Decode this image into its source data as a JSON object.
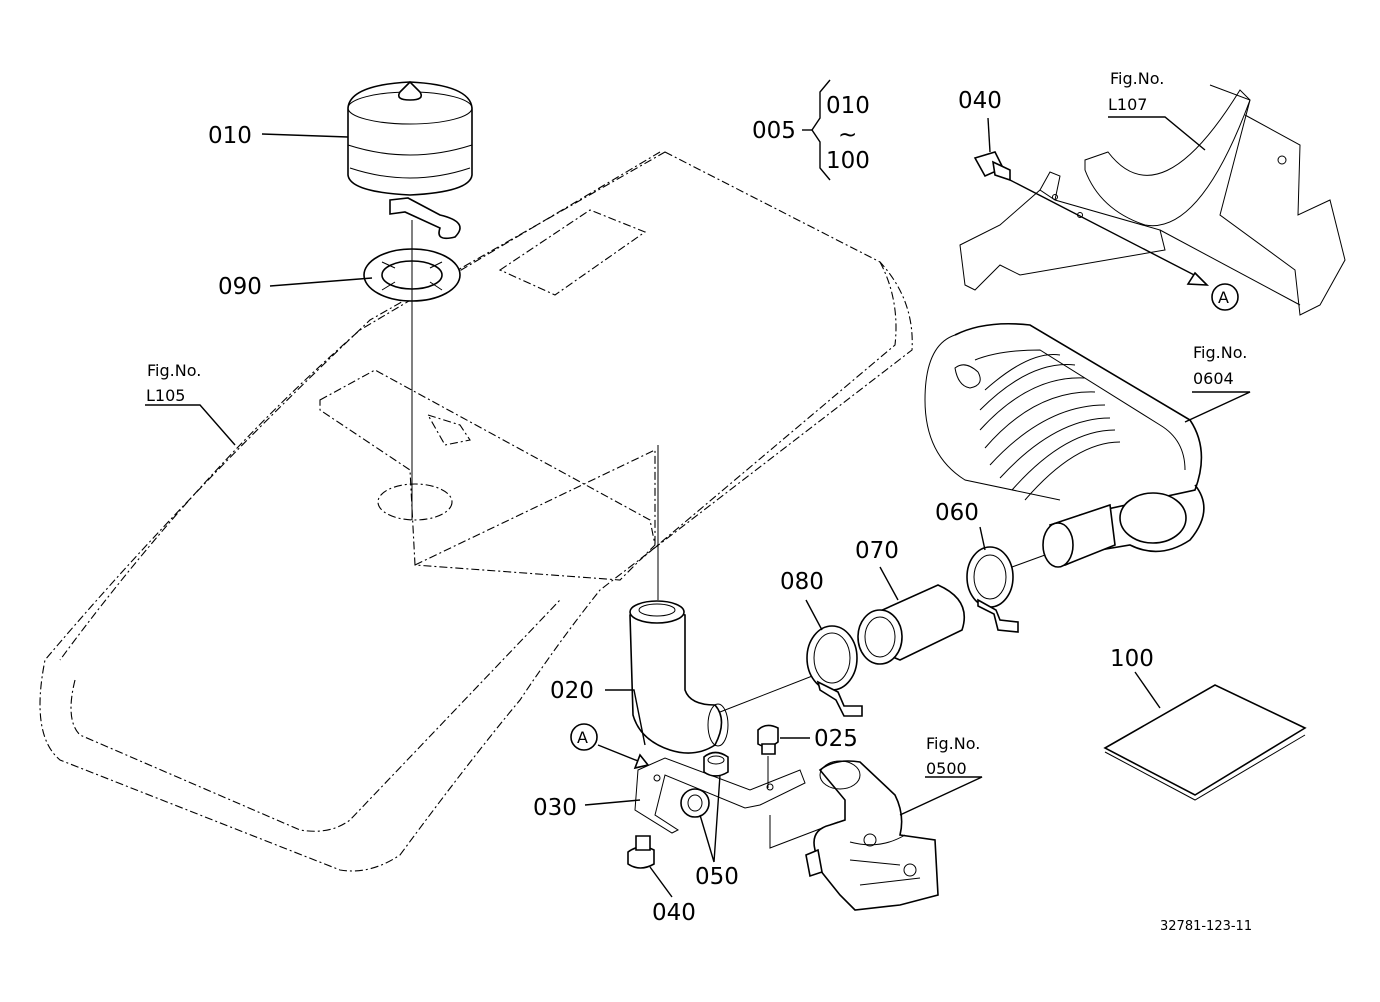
{
  "parts": {
    "p010": "010",
    "p090": "090",
    "p005": "005",
    "p005_range_start": "010",
    "p005_range_tilde": "~",
    "p005_range_end": "100",
    "p040_top": "040",
    "p060": "060",
    "p070": "070",
    "p080": "080",
    "p020": "020",
    "p025": "025",
    "p030": "030",
    "p050": "050",
    "p040_bottom": "040",
    "p100": "100"
  },
  "figure_refs": {
    "l107": {
      "label": "Fig.No.",
      "number": "L107"
    },
    "l105": {
      "label": "Fig.No.",
      "number": "L105"
    },
    "f0604": {
      "label": "Fig.No.",
      "number": "0604"
    },
    "f0500": {
      "label": "Fig.No.",
      "number": "0500"
    }
  },
  "markers": {
    "a_top": "A",
    "a_bottom": "A"
  },
  "drawing_code": "32781-123-11"
}
